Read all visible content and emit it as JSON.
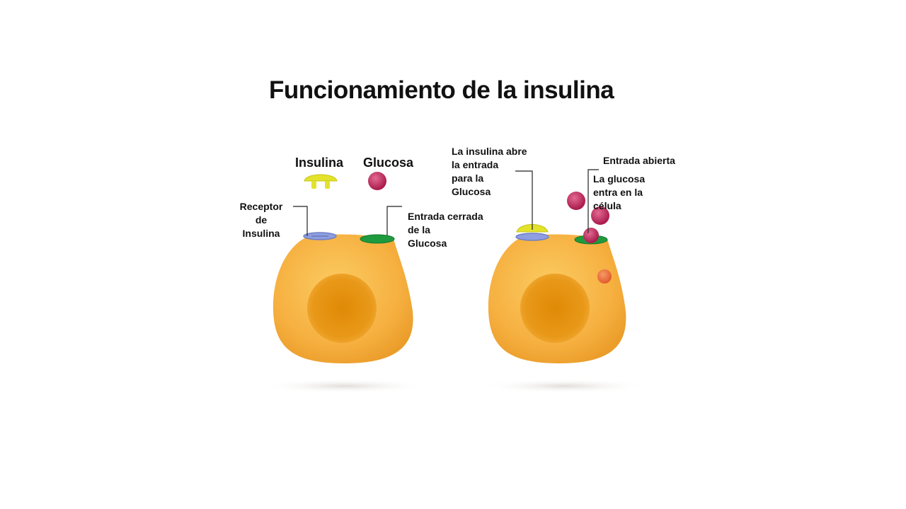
{
  "title": "Funcionamiento de la insulina",
  "legend": {
    "insulin": "Insulina",
    "glucose": "Glucosa"
  },
  "left_cell": {
    "receptor_label": "Receptor\nde\nInsulina",
    "closed_gate_label": "Entrada cerrada\nde la\nGlucosa"
  },
  "right_cell": {
    "insulin_opens_label": "La insulina abre\nla entrada\npara la\nGlucosa",
    "open_gate_label": "Entrada abierta",
    "glucose_enters_label": "La glucosa\nentra en la\ncélula"
  },
  "colors": {
    "cell_body": "#f7b445",
    "nucleus": "#e5920e",
    "insulin": "#e3e22c",
    "glucose": "#c5285a",
    "receptor": "#8e9ee0",
    "gate": "#1f9a3e",
    "absorbed_glucose": "#e8663a"
  }
}
